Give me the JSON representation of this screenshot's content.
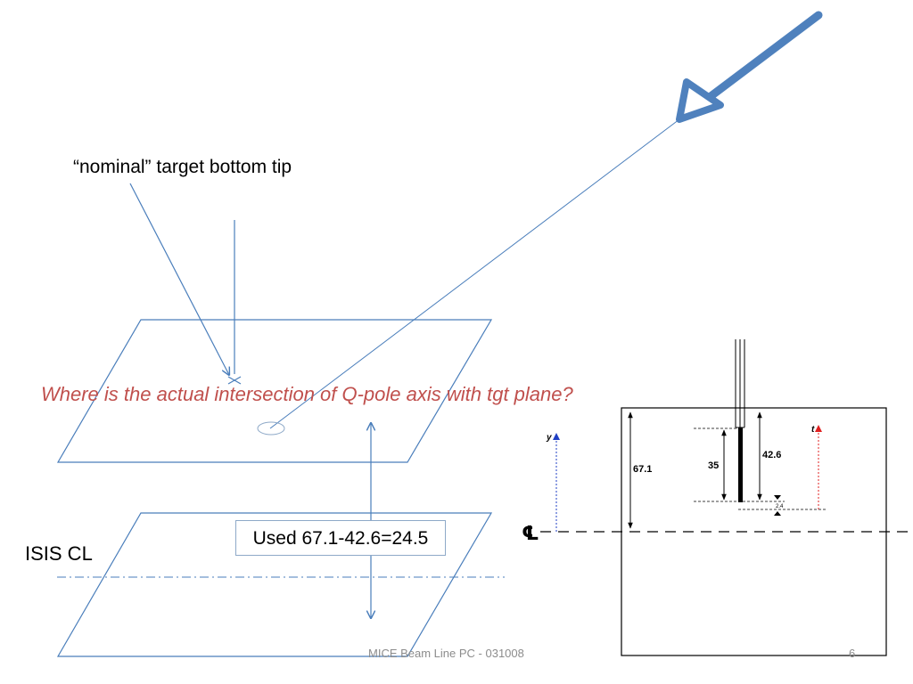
{
  "slide": {
    "nominal_label": "“nominal” target bottom tip",
    "question": "Where is the actual intersection of Q-pole axis with tgt plane?",
    "isis_label": "ISIS CL",
    "used_formula": "Used 67.1-42.6=24.5",
    "footer": "MICE Beam Line PC - 031008",
    "page_number": "6"
  },
  "inset": {
    "dim_67_1": "67.1",
    "dim_35": "35",
    "dim_42_6": "42.6",
    "dim_2_4": "2.4",
    "axis_y": "y",
    "axis_t": "t",
    "centerline_symbol": "℄"
  },
  "colors": {
    "diagram_line": "#4a7ebb",
    "big_arrow": "#4f81bd",
    "question_text": "#c0504d",
    "y_axis": "#1f3fc4",
    "t_axis": "#e02020",
    "footer_text": "#8c8c8c"
  }
}
